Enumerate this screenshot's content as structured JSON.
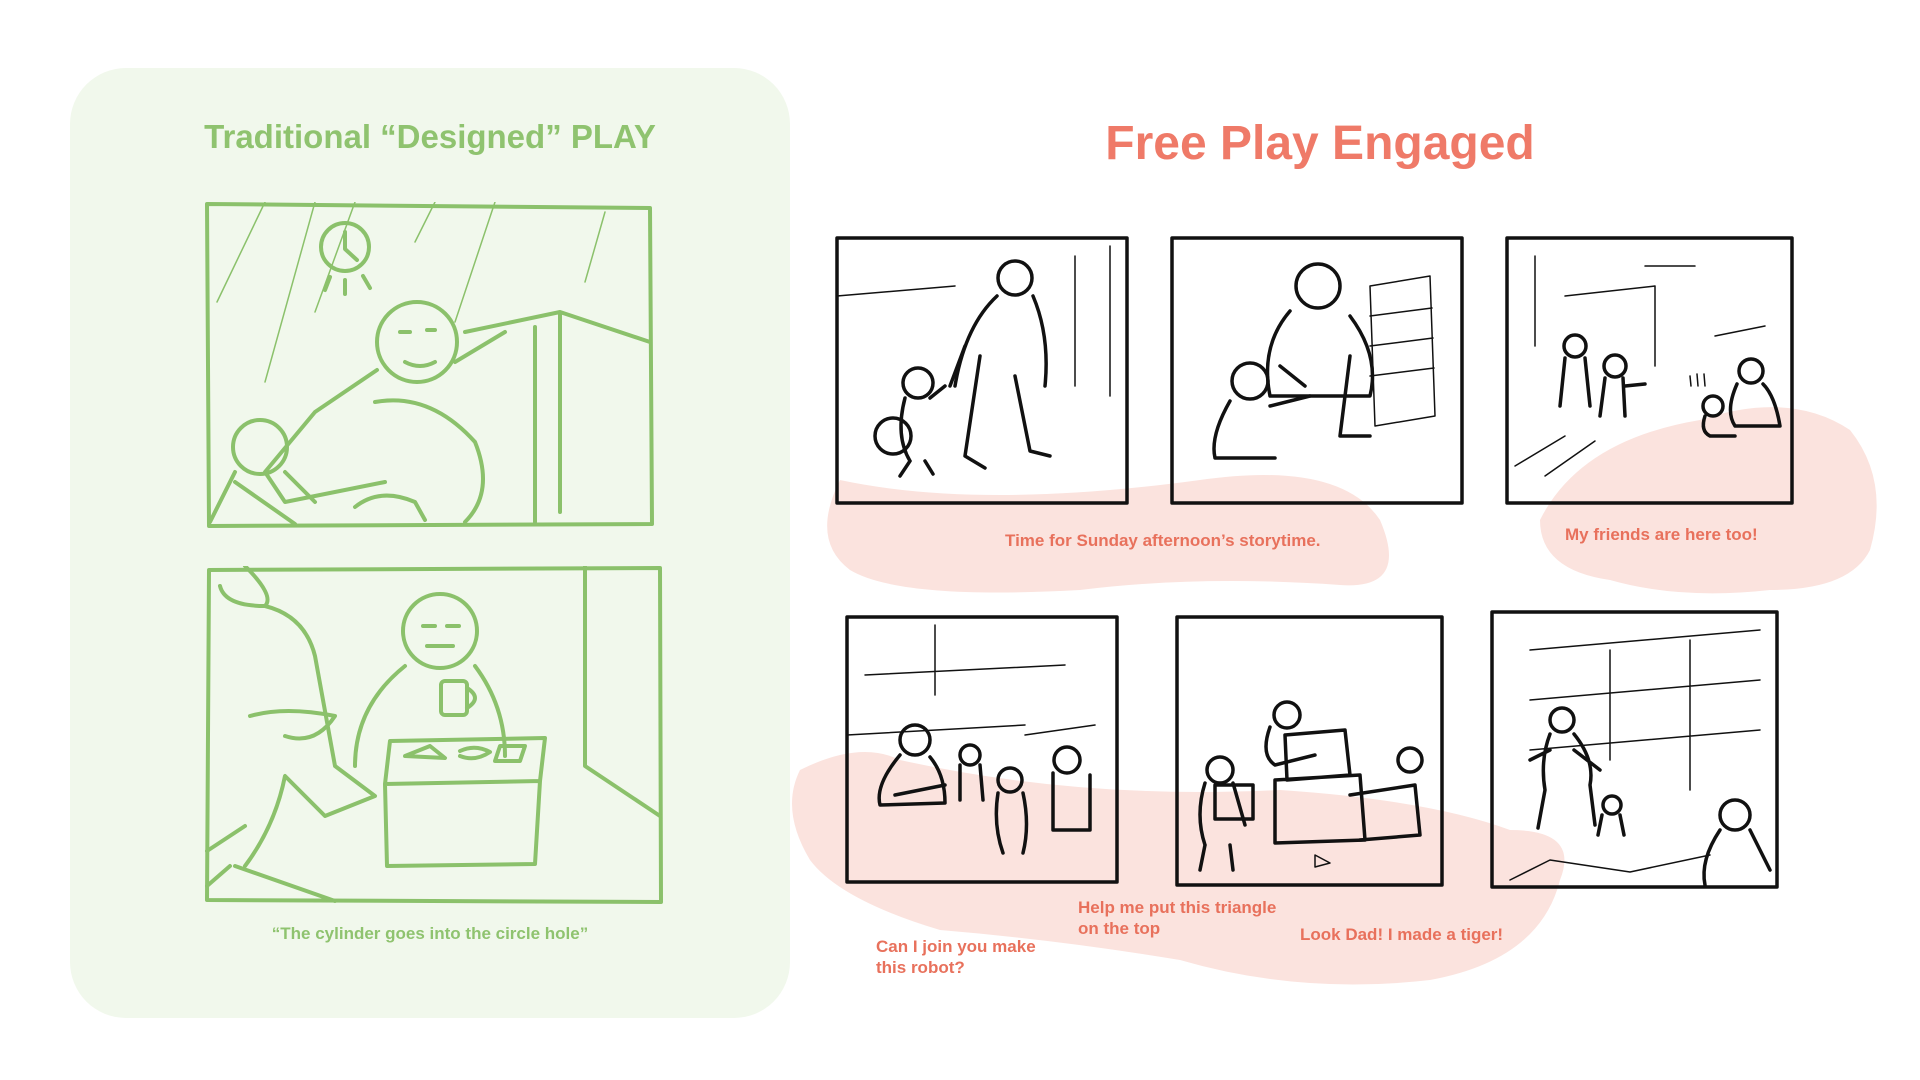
{
  "left": {
    "title": "Traditional “Designed” PLAY",
    "caption": "“The cylinder goes into the circle hole”",
    "color": "#8fc36f",
    "panel_bg": "#f1f8ec"
  },
  "right": {
    "title": "Free Play Engaged",
    "color": "#ef7a68",
    "highlight": "#fbe3de",
    "captions": {
      "storytime": "Time for Sunday afternoon’s storytime.",
      "friends": "My friends are here too!",
      "robot": "Can I join you make this robot?",
      "triangle": "Help me put this triangle on the top",
      "tiger": "Look Dad! I made a tiger!"
    }
  }
}
